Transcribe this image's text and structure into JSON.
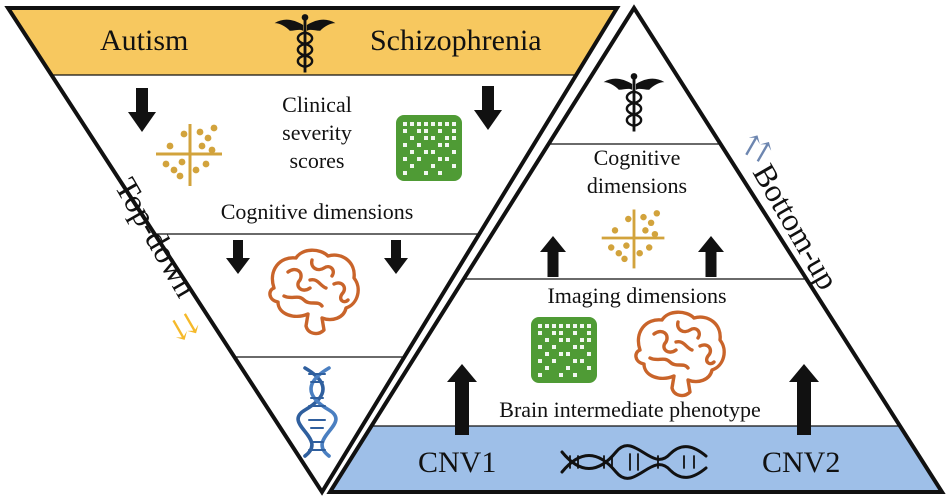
{
  "left_panel": {
    "header_labels": [
      "Autism",
      "Schizophrenia"
    ],
    "clinical_label_lines": [
      "Clinical",
      "severity",
      "scores"
    ],
    "cognitive_label": "Cognitive dimensions",
    "side_label": "Top-down",
    "side_arrow_glyph": "⇊",
    "colors": {
      "header": "#f7c85f",
      "arrow_accent": "#f5b92a"
    }
  },
  "right_panel": {
    "cognitive_label_lines": [
      "Cognitive",
      "dimensions"
    ],
    "imaging_label": "Imaging dimensions",
    "brain_label": "Brain intermediate phenotype",
    "base_labels": [
      "CNV1",
      "CNV2"
    ],
    "side_label": "Bottom-up",
    "side_arrow_glyph": "⇈",
    "colors": {
      "base": "#9ebfe8",
      "arrow_accent": "#6d86b0"
    }
  },
  "icon_colors": {
    "scatter": "#d2a33c",
    "matrix": "#4f9b35",
    "brain": "#c9642a",
    "dna": "#2f5f9e"
  }
}
